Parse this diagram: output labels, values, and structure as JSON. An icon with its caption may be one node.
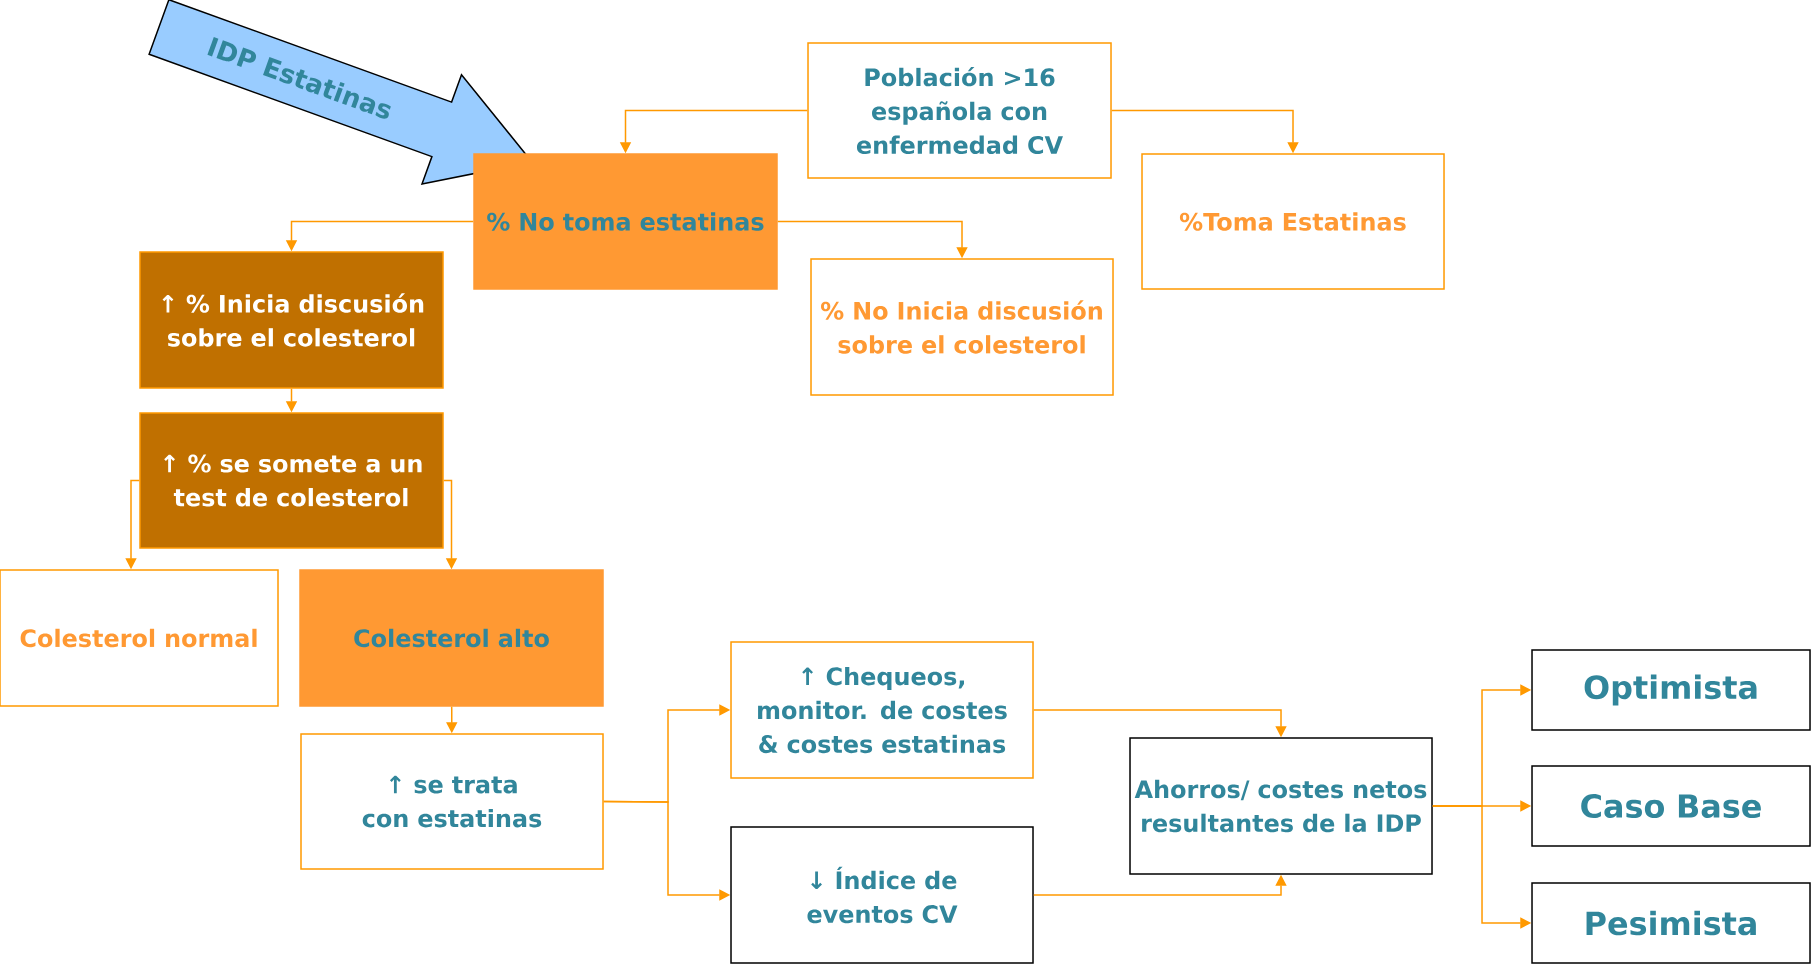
{
  "diagram": {
    "nodes": [
      {
        "text": [
          "IDP Estatinas"
        ]
      },
      {
        "text": [
          "Población >16 española con enfermedad CV"
        ]
      },
      {
        "text": [
          "% No toma estatinas"
        ]
      },
      {
        "text": [
          "%Toma Estatinas"
        ]
      },
      {
        "text": [
          "↑ % Inicia discusión sobre el colesterol"
        ]
      },
      {
        "text": [
          "% No Inicia discusión sobre el colesterol"
        ]
      },
      {
        "text": [
          "↑ % se somete a un test de colesterol"
        ]
      },
      {
        "text": [
          "Colesterol normal"
        ]
      },
      {
        "text": [
          "Colesterol alto"
        ]
      },
      {
        "text": [
          "↑ se trata con estatinas"
        ]
      },
      {
        "text": [
          "↑ Chequeos, monitor. de costes & costes estatinas"
        ]
      },
      {
        "text": [
          "↓ Índice de eventos CV"
        ]
      },
      {
        "text": [
          "Ahorros/ costes netos resultantes de la IDP"
        ]
      },
      {
        "text": [
          "Optimista"
        ]
      },
      {
        "text": [
          "Caso Base"
        ]
      },
      {
        "text": [
          "Pesimista"
        ]
      }
    ],
    "edges": [
      {
        "from": 1,
        "to": 2,
        "arrow": "to"
      },
      {
        "from": 1,
        "to": 3,
        "arrow": "to"
      },
      {
        "from": 2,
        "to": 4,
        "arrow": "to"
      },
      {
        "from": 2,
        "to": 5,
        "arrow": "to"
      },
      {
        "from": 4,
        "to": 6,
        "arrow": "to"
      },
      {
        "from": 6,
        "to": 7,
        "arrow": "to"
      },
      {
        "from": 6,
        "to": 8,
        "arrow": "to"
      },
      {
        "from": 8,
        "to": 9,
        "arrow": "to"
      },
      {
        "from": 9,
        "to": 10,
        "arrow": "to"
      },
      {
        "from": 9,
        "to": 11,
        "arrow": "to"
      },
      {
        "from": 10,
        "to": 12,
        "arrow": "to"
      },
      {
        "from": 11,
        "to": 12,
        "arrow": "to"
      },
      {
        "from": 12,
        "to": 13,
        "arrow": "to"
      },
      {
        "from": 12,
        "to": 14,
        "arrow": "to"
      },
      {
        "from": 12,
        "to": 15,
        "arrow": "to"
      }
    ]
  }
}
